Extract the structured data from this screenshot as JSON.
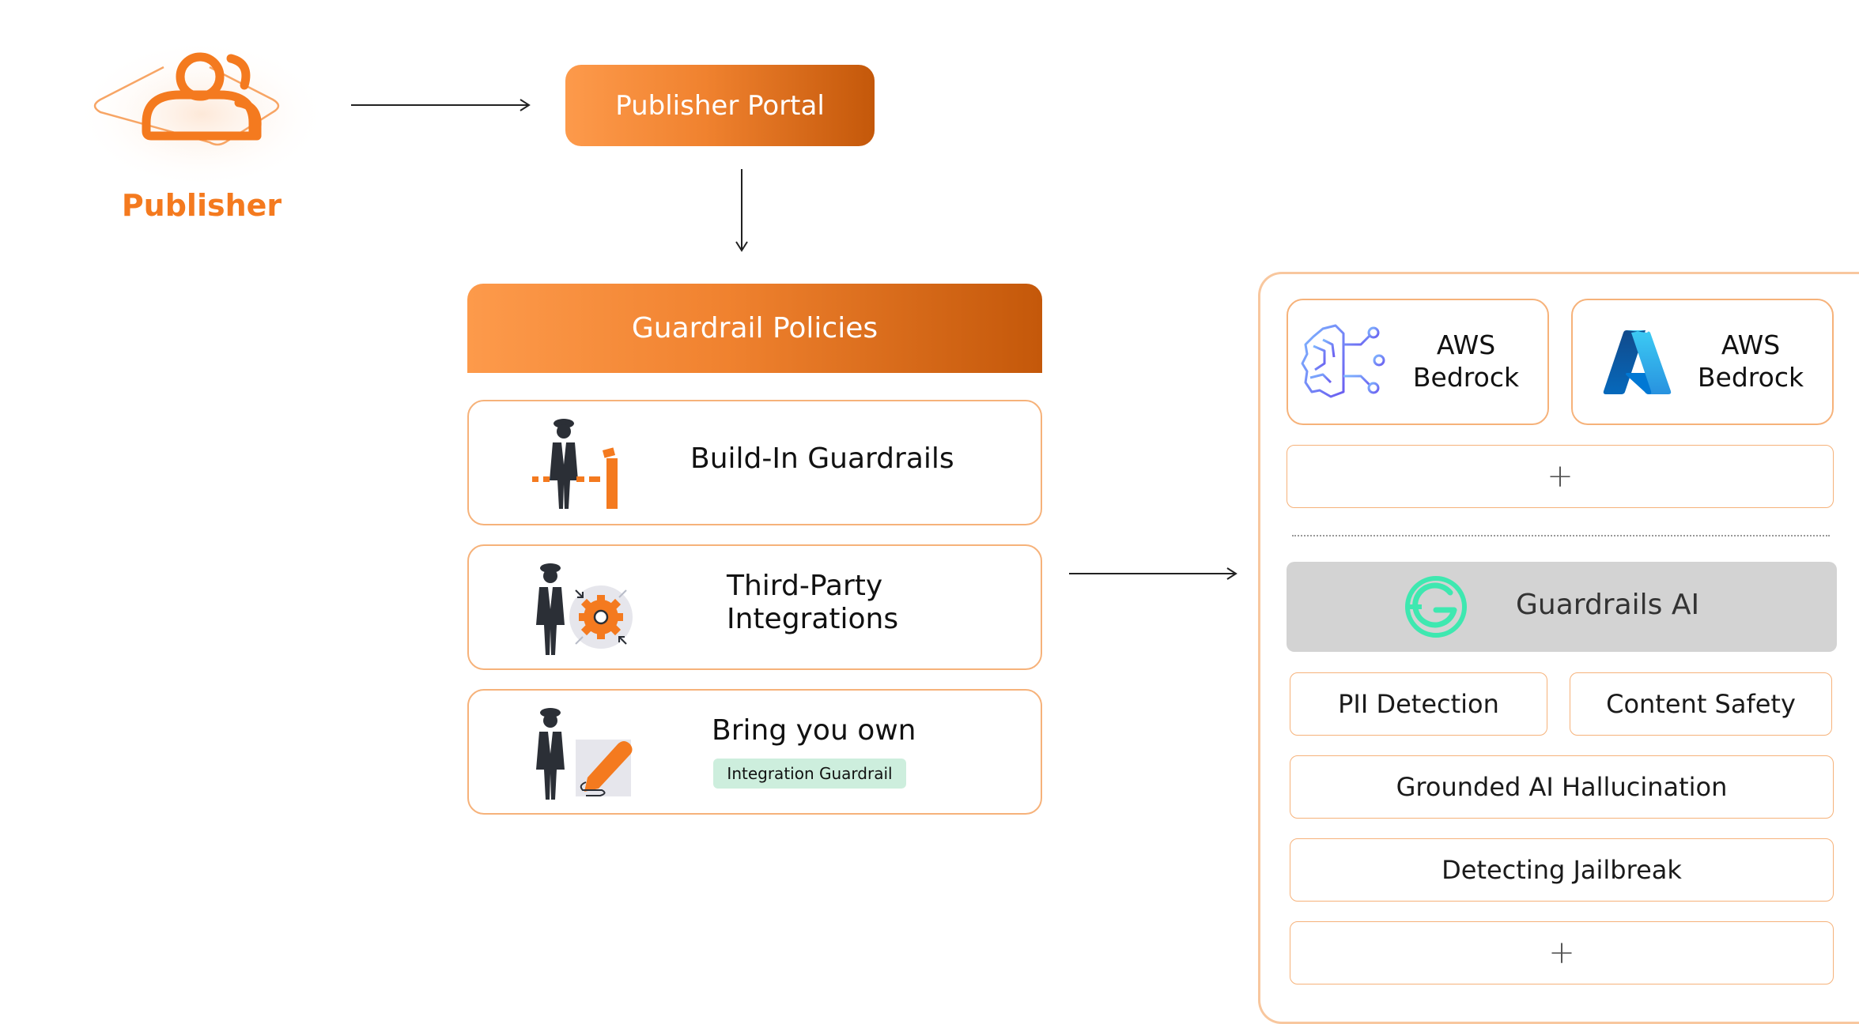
{
  "publisher": {
    "label": "Publisher",
    "icon": "users-icon"
  },
  "portal": {
    "label": "Publisher Portal"
  },
  "guardrail_policies": {
    "title": "Guardrail Policies",
    "items": [
      {
        "label": "Build-In Guardrails",
        "icon": "security-guard-barrier-icon"
      },
      {
        "label_line1": "Third-Party",
        "label_line2": "Integrations",
        "icon": "security-guard-gear-icon"
      },
      {
        "label": "Bring you own",
        "tag": "Integration Guardrail",
        "icon": "security-guard-edit-icon"
      }
    ]
  },
  "providers": {
    "items": [
      {
        "line1": "AWS",
        "line2": "Bedrock",
        "icon": "brain-circuit-icon"
      },
      {
        "line1": "AWS",
        "line2": "Bedrock",
        "icon": "azure-logo-icon"
      }
    ],
    "add_label": "+"
  },
  "guardrails_ai": {
    "name": "Guardrails AI",
    "icon": "guardrails-ai-logo-icon",
    "checks": [
      "PII Detection",
      "Content Safety",
      "Grounded AI Hallucination",
      "Detecting Jailbreak"
    ],
    "add_label": "+"
  },
  "colors": {
    "accent": "#f47a1f",
    "border": "#f6b27a",
    "tag_bg": "#cdeedd",
    "guardrails_ai_bg": "#d3d3d3",
    "guardrails_ai_logo": "#3ee8b0"
  }
}
